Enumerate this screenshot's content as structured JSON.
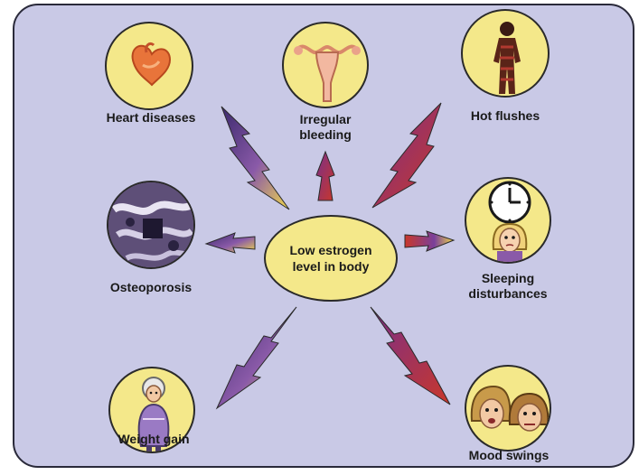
{
  "center": {
    "label": "Low estrogen\nlevel in body"
  },
  "nodes": [
    {
      "label": "Heart diseases",
      "icon": "heart-icon"
    },
    {
      "label": "Irregular\nbleeding",
      "icon": "uterus-icon"
    },
    {
      "label": "Hot flushes",
      "icon": "body-silhouette-icon"
    },
    {
      "label": "Osteoporosis",
      "icon": "bone-xray-icon"
    },
    {
      "label": "Sleeping\ndisturbances",
      "icon": "clock-woman-icon"
    },
    {
      "label": "Weight gain",
      "icon": "overweight-woman-icon"
    },
    {
      "label": "Mood swings",
      "icon": "arguing-women-icon"
    }
  ],
  "colors": {
    "background": "#c9c9e6",
    "circle_fill": "#f4e88a",
    "arrow_purple": "#5a3f8c",
    "arrow_red": "#b0392f",
    "arrow_yellow": "#f0d84a"
  }
}
